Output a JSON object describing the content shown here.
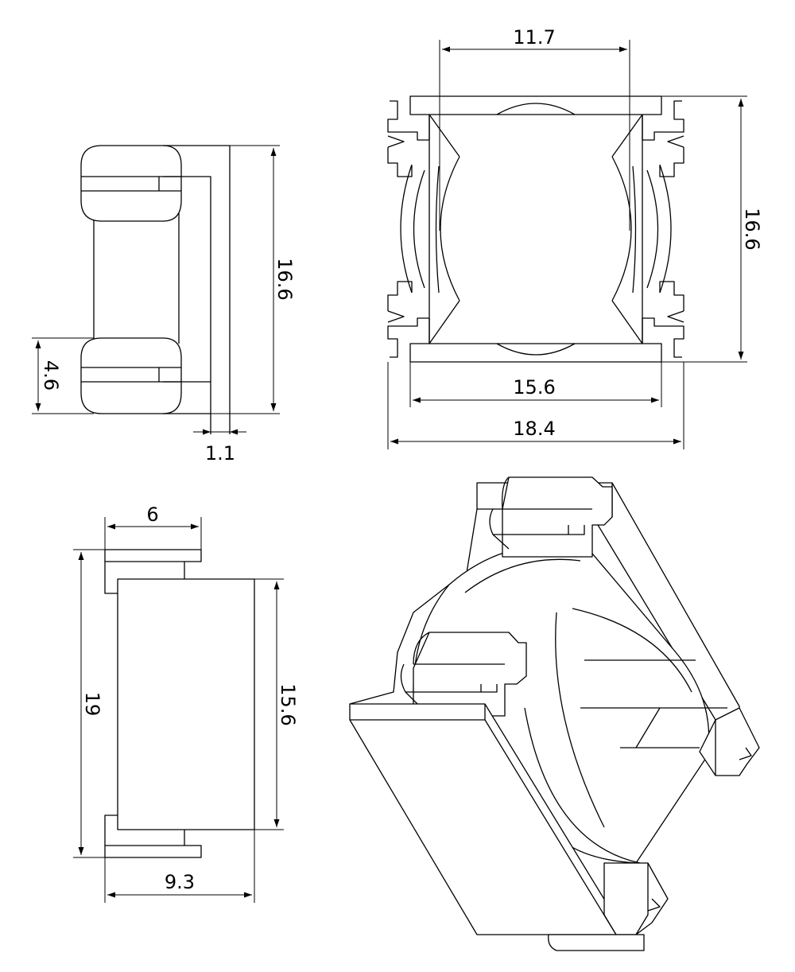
{
  "dimensions": {
    "side_height": "16.6",
    "side_cap_height": "4.6",
    "side_wall": "1.1",
    "top_inner_width": "11.7",
    "top_height": "16.6",
    "top_base_width": "15.6",
    "top_total_width": "18.4",
    "front_top_width": "6",
    "front_total_height": "19",
    "front_body_height": "15.6",
    "front_bottom_width": "9.3"
  },
  "colors": {
    "line": "#000000",
    "background": "#ffffff"
  }
}
